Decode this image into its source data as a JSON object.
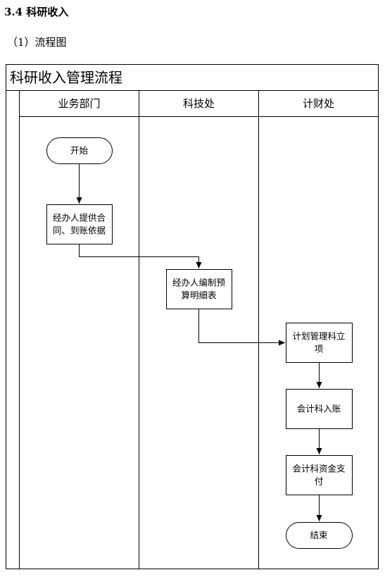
{
  "section_heading": "3.4 科研收入",
  "sub_heading": "（1）流程图",
  "diagram": {
    "title": "科研收入管理流程",
    "lanes": [
      "业务部门",
      "科技处",
      "计财处"
    ],
    "nodes": [
      {
        "id": "start",
        "shape": "terminal",
        "lines": [
          "开始"
        ]
      },
      {
        "id": "n1",
        "shape": "process",
        "lines": [
          "经办人提供合",
          "同、到账依据"
        ]
      },
      {
        "id": "n2",
        "shape": "process",
        "lines": [
          "经办人编制预",
          "算明细表"
        ]
      },
      {
        "id": "n3",
        "shape": "process",
        "lines": [
          "计划管理科立",
          "项"
        ]
      },
      {
        "id": "n4",
        "shape": "process",
        "lines": [
          "会计科入账"
        ]
      },
      {
        "id": "n5",
        "shape": "process",
        "lines": [
          "会计科资金支",
          "付"
        ]
      },
      {
        "id": "end",
        "shape": "terminal",
        "lines": [
          "结束"
        ]
      }
    ],
    "edges": [
      {
        "from": "start",
        "to": "n1"
      },
      {
        "from": "n1",
        "to": "n2"
      },
      {
        "from": "n2",
        "to": "n3"
      },
      {
        "from": "n3",
        "to": "n4"
      },
      {
        "from": "n4",
        "to": "n5"
      },
      {
        "from": "n5",
        "to": "end"
      }
    ]
  }
}
